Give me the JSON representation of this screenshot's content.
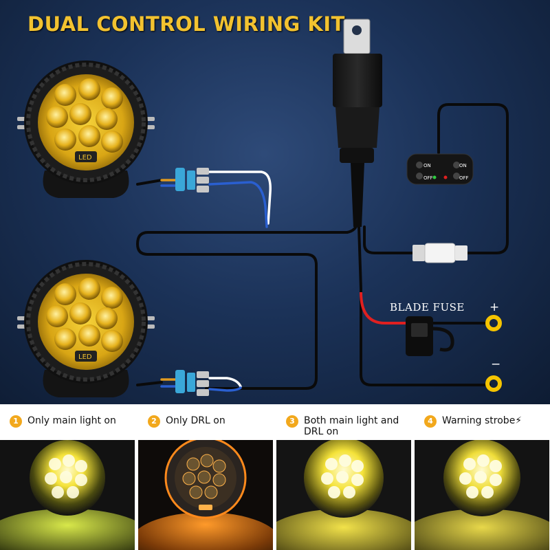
{
  "title": "DUAL CONTROL WIRING KIT",
  "diagram": {
    "fuse_label": "BLADE FUSE",
    "positive": "+",
    "negative": "−",
    "lamp_badge": "LED",
    "switch": {
      "left_on": "ON",
      "left_off": "OFF",
      "right_on": "ON",
      "right_off": "OFF"
    }
  },
  "modes": [
    {
      "number": "1",
      "label": "Only main light on",
      "light_color": "#ffe23a"
    },
    {
      "number": "2",
      "label": "Only DRL on",
      "light_color": "#ff8a1c"
    },
    {
      "number": "3",
      "label": "Both main light and DRL on",
      "light_color": "#ffe23a"
    },
    {
      "number": "4",
      "label": "Warning strobe⚡",
      "light_color": "#ffe23a"
    }
  ],
  "colors": {
    "title": "#f2c230",
    "badge": "#f2a81c",
    "lens_amber": "#e8b81a",
    "wire_red": "#e02020",
    "terminal_yellow": "#f5c400"
  }
}
